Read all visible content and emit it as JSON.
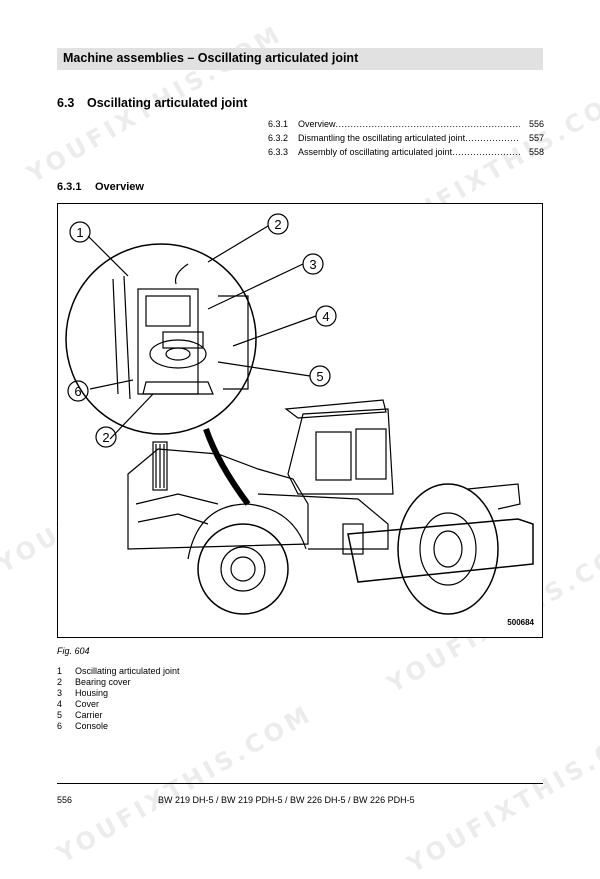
{
  "header": {
    "title": "Machine assemblies – Oscillating articulated joint"
  },
  "section": {
    "number": "6.3",
    "title": "Oscillating articulated joint"
  },
  "toc": [
    {
      "num": "6.3.1",
      "label": "Overview",
      "page": "556"
    },
    {
      "num": "6.3.2",
      "label": "Dismantling the oscillating articulated joint",
      "page": "557"
    },
    {
      "num": "6.3.3",
      "label": "Assembly of oscillating articulated joint",
      "page": "558"
    }
  ],
  "subsection": {
    "number": "6.3.1",
    "title": "Overview"
  },
  "figure": {
    "code": "500684",
    "caption": "Fig.  604",
    "callouts": [
      "1",
      "2",
      "3",
      "4",
      "5",
      "6",
      "2"
    ]
  },
  "legend": [
    {
      "num": "1",
      "label": "Oscillating articulated joint"
    },
    {
      "num": "2",
      "label": "Bearing cover"
    },
    {
      "num": "3",
      "label": "Housing"
    },
    {
      "num": "4",
      "label": "Cover"
    },
    {
      "num": "5",
      "label": "Carrier"
    },
    {
      "num": "6",
      "label": "Console"
    }
  ],
  "footer": {
    "page_number": "556",
    "models": "BW 219 DH-5 / BW 219 PDH-5 / BW 226 DH-5 / BW 226 PDH-5"
  },
  "watermark": "YOUFIXTHIS.COM"
}
